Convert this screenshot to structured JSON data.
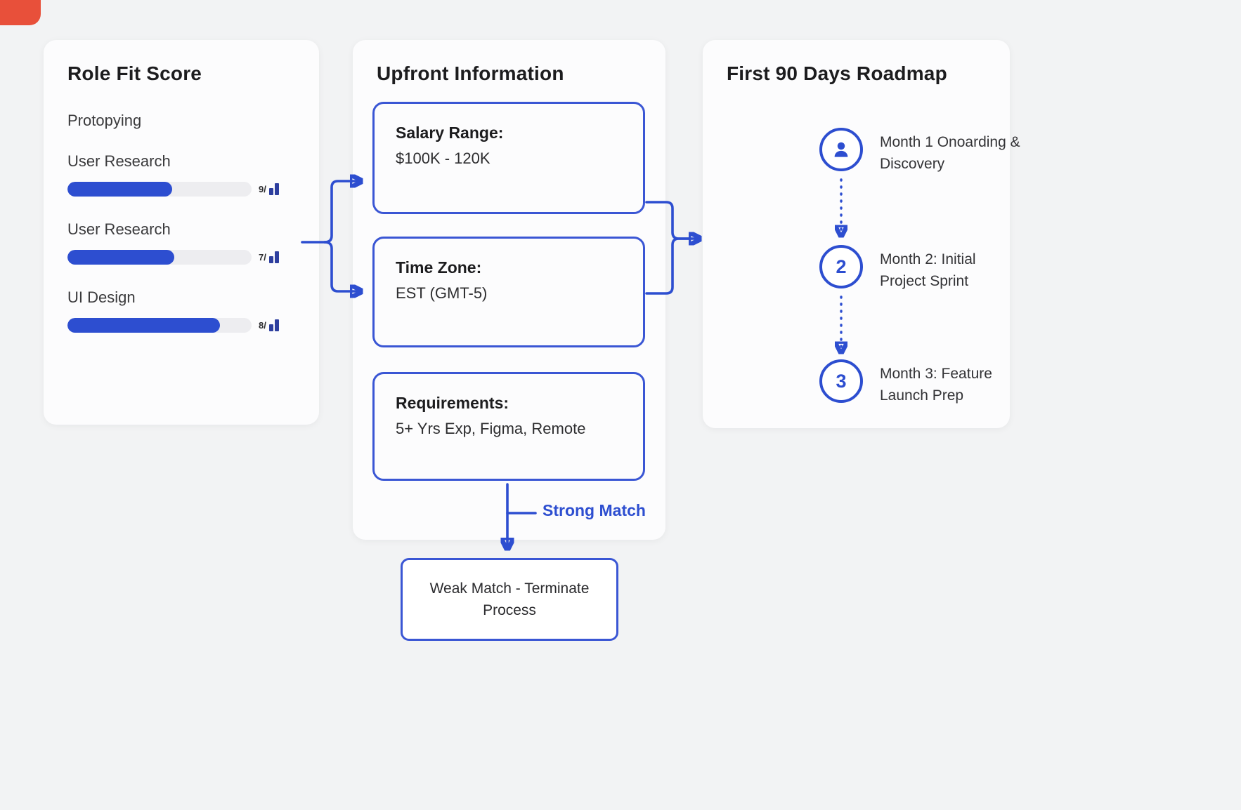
{
  "accent_color": "#2d4ed0",
  "corner_accent_color": "#e8503a",
  "role_fit": {
    "title": "Role Fit Score",
    "intro_label": "Protopying",
    "skills": [
      {
        "label": "User Research",
        "value": "9/",
        "fill_percent": 57
      },
      {
        "label": "User Research",
        "value": "7/",
        "fill_percent": 58
      },
      {
        "label": "UI Design",
        "value": "8/",
        "fill_percent": 83
      }
    ]
  },
  "upfront": {
    "title": "Upfront Information",
    "boxes": [
      {
        "heading": "Salary Range:",
        "body": "$100K - 120K"
      },
      {
        "heading": "Time Zone:",
        "body": "EST (GMT-5)"
      },
      {
        "heading": "Requirements:",
        "body": "5+ Yrs Exp, Figma, Remote"
      }
    ],
    "strong_match_label": "Strong Match",
    "weak_match_label": "Weak Match - Terminate Process"
  },
  "roadmap": {
    "title": "First 90 Days Roadmap",
    "milestones": [
      {
        "icon": "person-icon",
        "marker": "",
        "label": "Month 1 Onoarding & Discovery"
      },
      {
        "icon": "",
        "marker": "2",
        "label": "Month 2: Initial Project Sprint"
      },
      {
        "icon": "",
        "marker": "3",
        "label": "Month 3: Feature Launch Prep"
      }
    ]
  }
}
